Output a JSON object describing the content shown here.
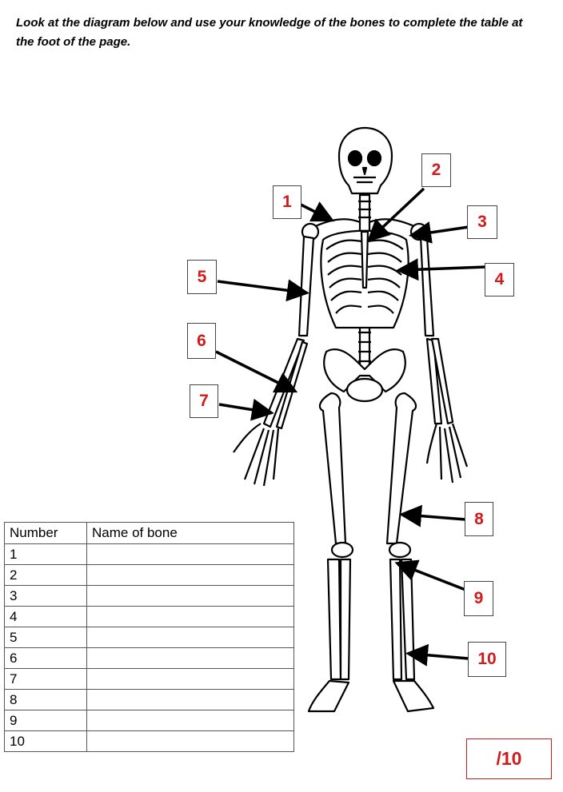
{
  "instructions": "Look at the diagram below and use your knowledge of the bones to complete the table at the foot of the page.",
  "labels": [
    "1",
    "2",
    "3",
    "4",
    "5",
    "6",
    "7",
    "8",
    "9",
    "10"
  ],
  "label_color": "#d11a1a",
  "table": {
    "headers": [
      "Number",
      "Name of bone"
    ],
    "rows": [
      "1",
      "2",
      "3",
      "4",
      "5",
      "6",
      "7",
      "8",
      "9",
      "10"
    ]
  },
  "score": "/10"
}
